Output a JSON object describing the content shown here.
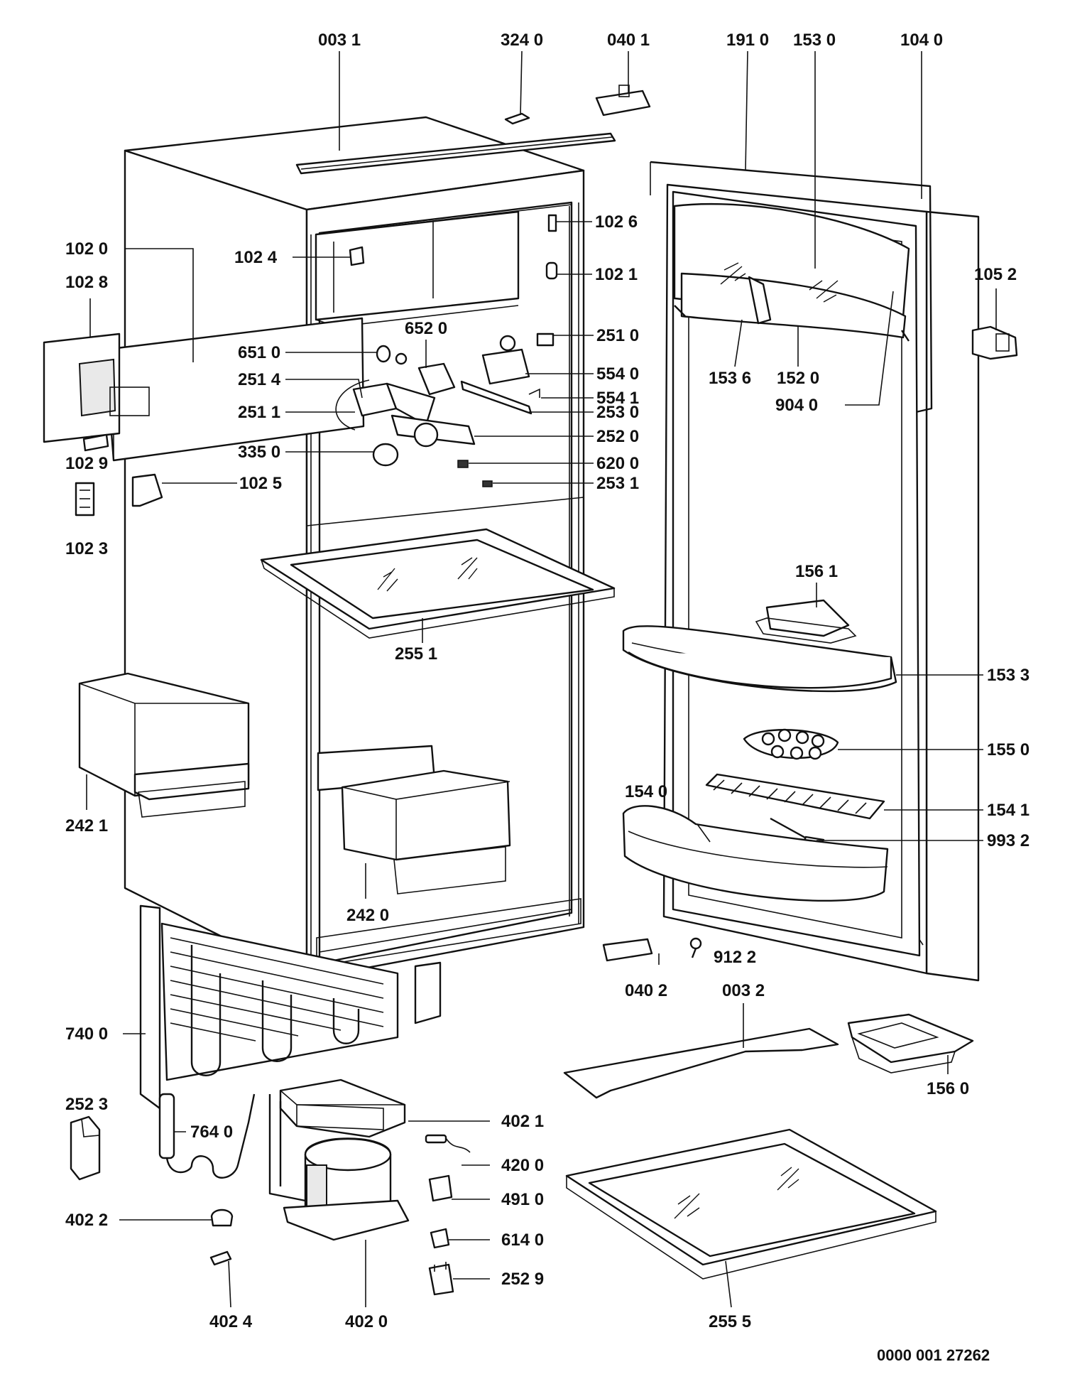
{
  "labels": [
    {
      "id": "p0031",
      "text": "003 1"
    },
    {
      "id": "p3240",
      "text": "324 0"
    },
    {
      "id": "p0401",
      "text": "040 1"
    },
    {
      "id": "p1910",
      "text": "191 0"
    },
    {
      "id": "p1530",
      "text": "153 0"
    },
    {
      "id": "p1040",
      "text": "104 0"
    },
    {
      "id": "p1020",
      "text": "102 0"
    },
    {
      "id": "p1028",
      "text": "102 8"
    },
    {
      "id": "p1024",
      "text": "102 4"
    },
    {
      "id": "p1026",
      "text": "102 6"
    },
    {
      "id": "p1021",
      "text": "102 1"
    },
    {
      "id": "p1052",
      "text": "105 2"
    },
    {
      "id": "p6520",
      "text": "652 0"
    },
    {
      "id": "p6510",
      "text": "651 0"
    },
    {
      "id": "p2510",
      "text": "251 0"
    },
    {
      "id": "p2514",
      "text": "251 4"
    },
    {
      "id": "p5540",
      "text": "554 0"
    },
    {
      "id": "p1536",
      "text": "153 6"
    },
    {
      "id": "p1520",
      "text": "152 0"
    },
    {
      "id": "p5541",
      "text": "554 1"
    },
    {
      "id": "p2511",
      "text": "251 1"
    },
    {
      "id": "p2530",
      "text": "253 0"
    },
    {
      "id": "p9040",
      "text": "904 0"
    },
    {
      "id": "p2520",
      "text": "252 0"
    },
    {
      "id": "p1029",
      "text": "102 9"
    },
    {
      "id": "p3350",
      "text": "335 0"
    },
    {
      "id": "p6200",
      "text": "620 0"
    },
    {
      "id": "p1025",
      "text": "102 5"
    },
    {
      "id": "p2531",
      "text": "253 1"
    },
    {
      "id": "p1023",
      "text": "102 3"
    },
    {
      "id": "p1561",
      "text": "156 1"
    },
    {
      "id": "p2551",
      "text": "255 1"
    },
    {
      "id": "p1533",
      "text": "153 3"
    },
    {
      "id": "p1550",
      "text": "155 0"
    },
    {
      "id": "p1540",
      "text": "154 0"
    },
    {
      "id": "p1541",
      "text": "154 1"
    },
    {
      "id": "p2421",
      "text": "242 1"
    },
    {
      "id": "p9932",
      "text": "993 2"
    },
    {
      "id": "p2420",
      "text": "242 0"
    },
    {
      "id": "p9122",
      "text": "912 2"
    },
    {
      "id": "p0402",
      "text": "040 2"
    },
    {
      "id": "p0032",
      "text": "003 2"
    },
    {
      "id": "p7400",
      "text": "740 0"
    },
    {
      "id": "p1560",
      "text": "156 0"
    },
    {
      "id": "p2523",
      "text": "252 3"
    },
    {
      "id": "p4021",
      "text": "402 1"
    },
    {
      "id": "p7640",
      "text": "764 0"
    },
    {
      "id": "p4200",
      "text": "420 0"
    },
    {
      "id": "p4910",
      "text": "491 0"
    },
    {
      "id": "p4022",
      "text": "402 2"
    },
    {
      "id": "p6140",
      "text": "614 0"
    },
    {
      "id": "p2529",
      "text": "252 9"
    },
    {
      "id": "p4024",
      "text": "402 4"
    },
    {
      "id": "p4020",
      "text": "402 0"
    },
    {
      "id": "p2555",
      "text": "255 5"
    }
  ],
  "drawing_code": "0000 001 27262"
}
